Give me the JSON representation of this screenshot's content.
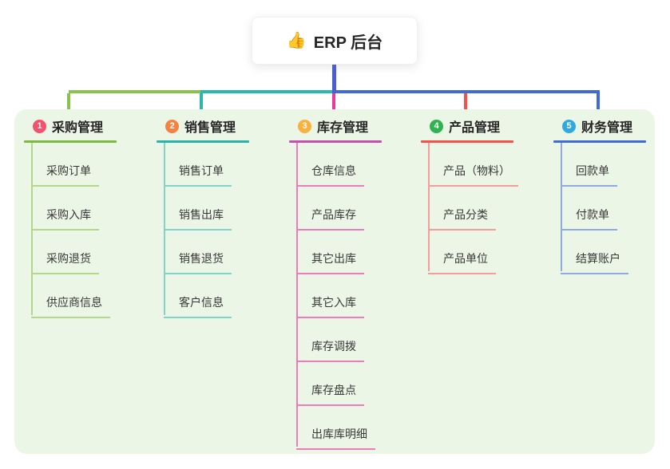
{
  "root": {
    "icon": "👍",
    "title": "ERP 后台"
  },
  "stem_color": "#4a5ed0",
  "panel_bg": "#ebf6e6",
  "branches": [
    {
      "num": "1",
      "num_bg": "#f4526b",
      "title": "采购管理",
      "color": "#7eba3f",
      "connector": "#8ac24e",
      "light": "#b2d98a",
      "items": [
        "采购订单",
        "采购入库",
        "采购退货",
        "供应商信息"
      ]
    },
    {
      "num": "2",
      "num_bg": "#f58240",
      "title": "销售管理",
      "color": "#29b3ab",
      "connector": "#2bb8ac",
      "light": "#83d2cc",
      "items": [
        "销售订单",
        "销售出库",
        "销售退货",
        "客户信息"
      ]
    },
    {
      "num": "3",
      "num_bg": "#fbb03b",
      "title": "库存管理",
      "color": "#c44fae",
      "connector": "#e8399f",
      "light": "#ef7cba",
      "items": [
        "仓库信息",
        "产品库存",
        "其它出库",
        "其它入库",
        "库存调拨",
        "库存盘点",
        "出库库明细"
      ]
    },
    {
      "num": "4",
      "num_bg": "#2fb350",
      "title": "产品管理",
      "color": "#f4514d",
      "connector": "#f4514d",
      "light": "#f79d99",
      "items": [
        "产品（物料）",
        "产品分类",
        "产品单位"
      ]
    },
    {
      "num": "5",
      "num_bg": "#30a8e0",
      "title": "财务管理",
      "color": "#3f6ad8",
      "connector": "#3f6ad8",
      "light": "#8fa9e3",
      "items": [
        "回款单",
        "付款单",
        "结算账户"
      ]
    }
  ]
}
